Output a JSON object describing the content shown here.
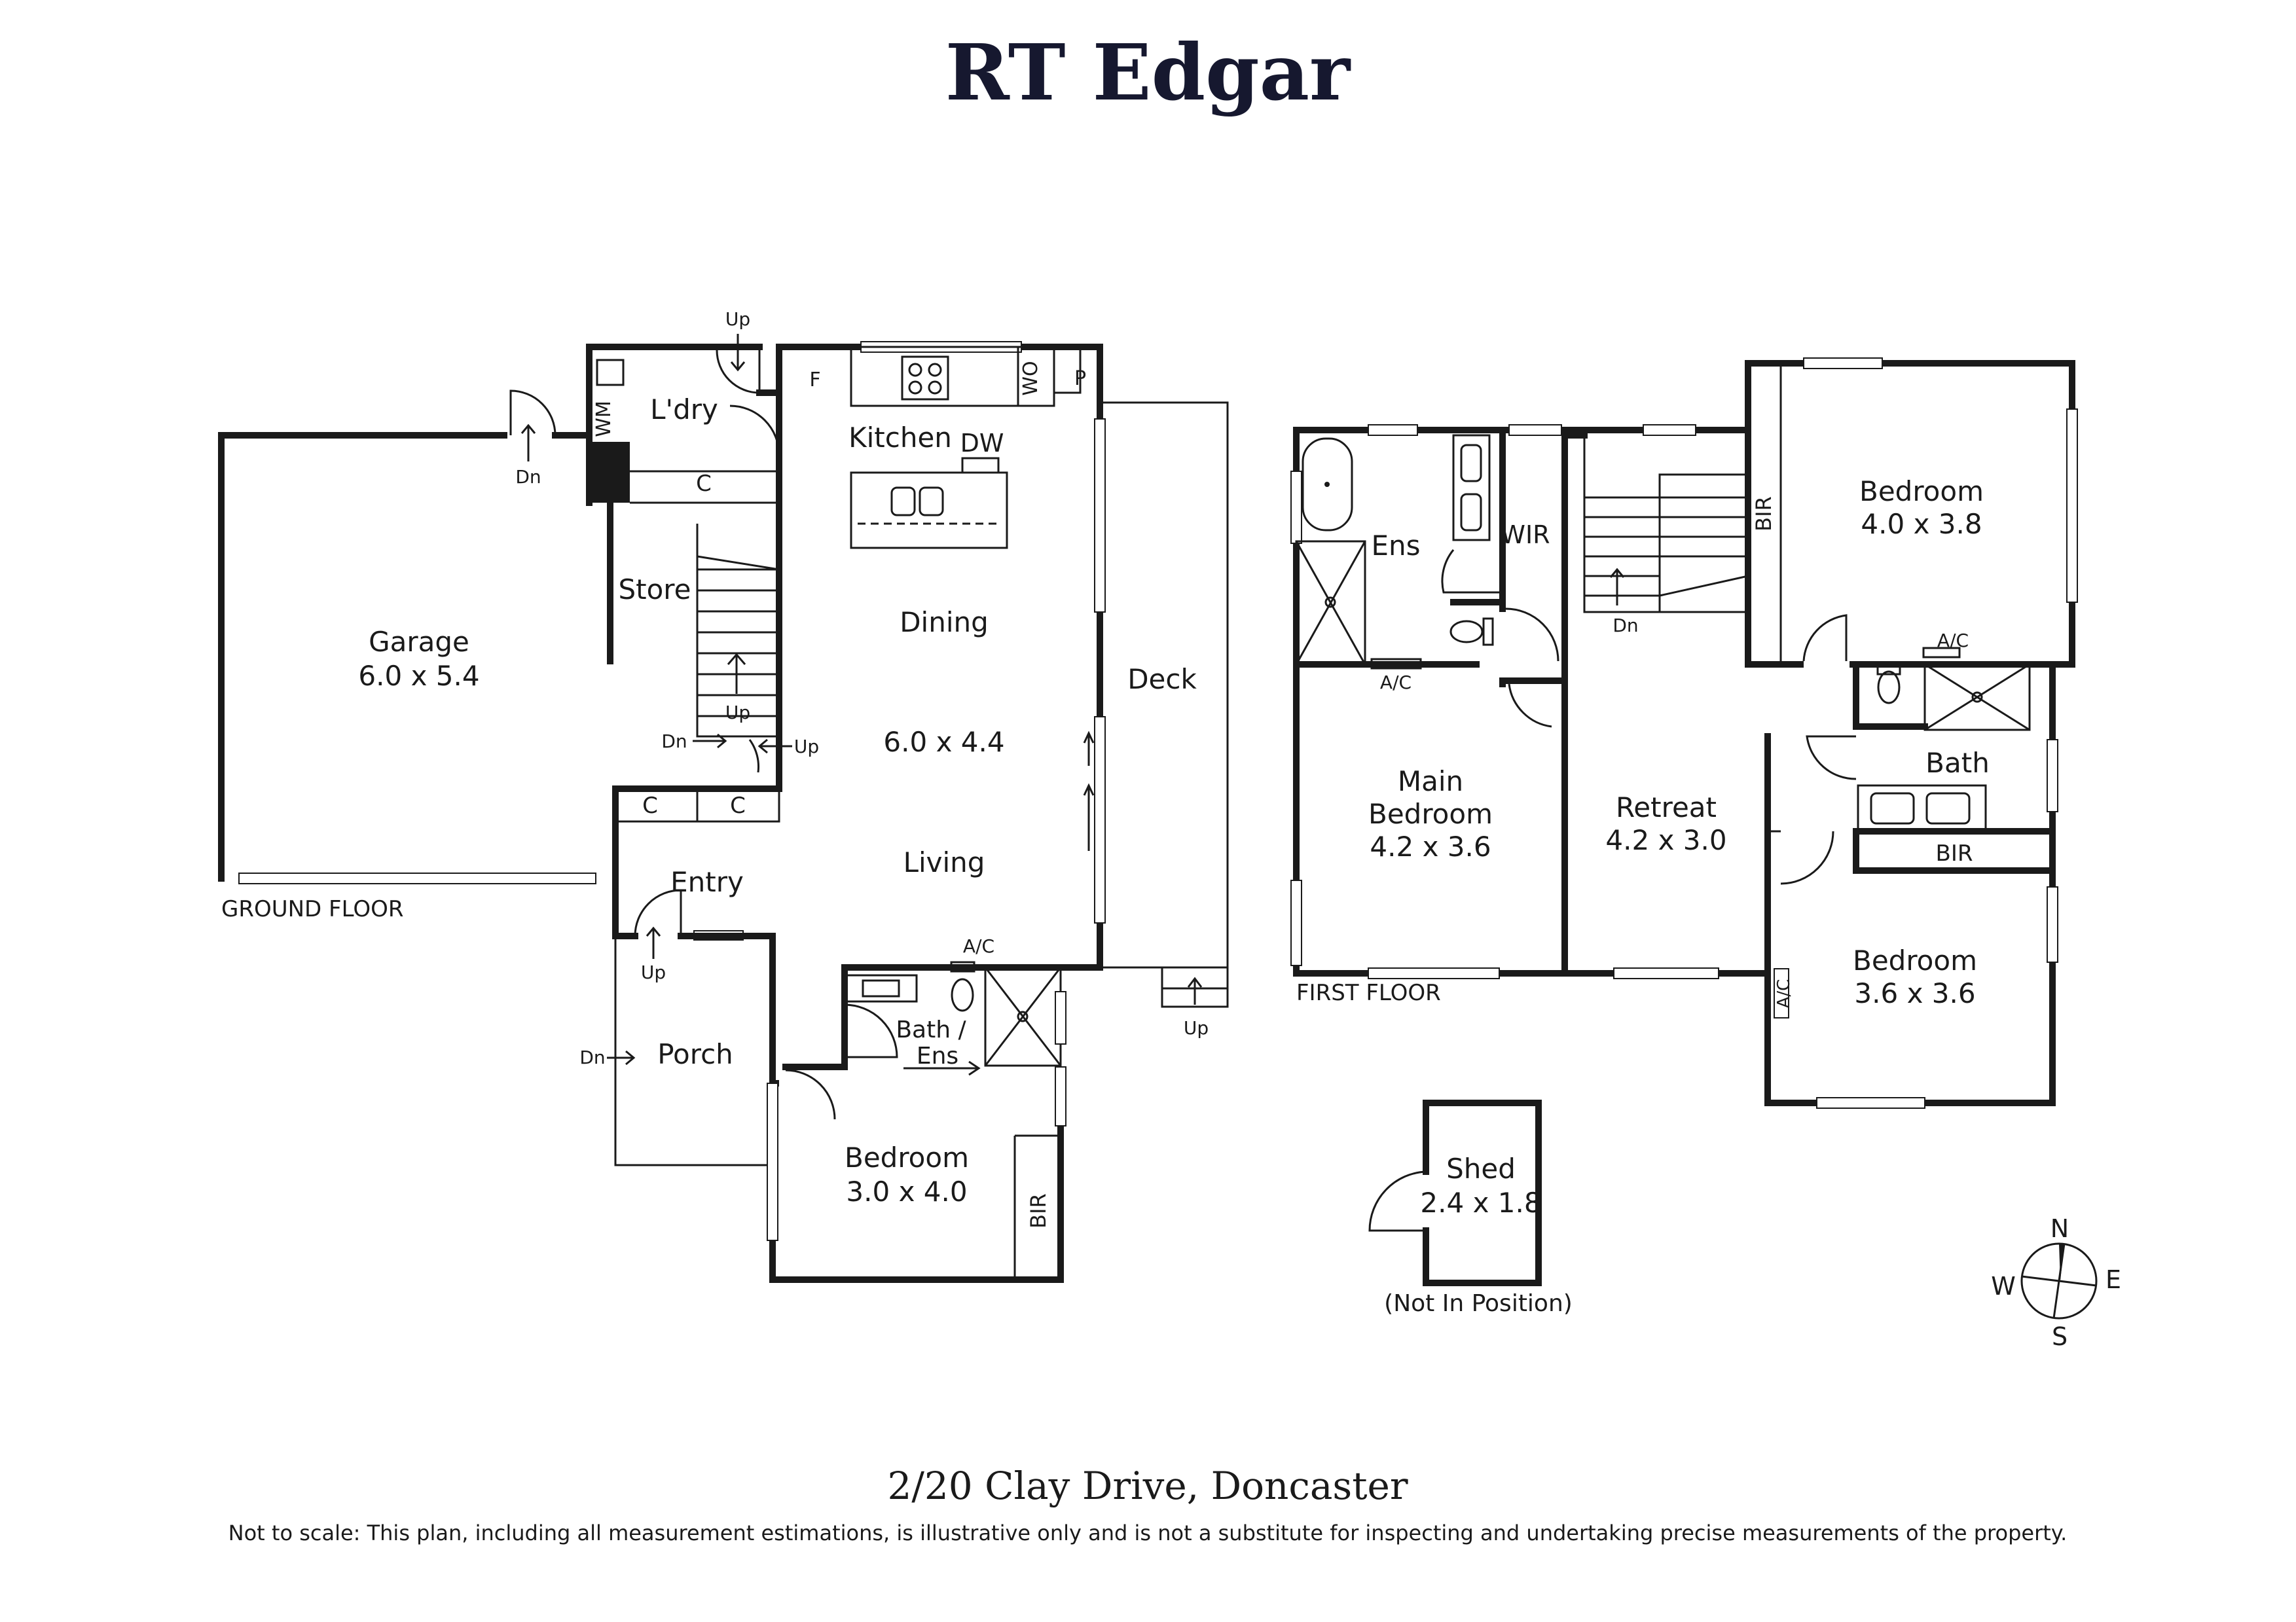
{
  "brand": {
    "name": "RT Edgar",
    "color": "#16182f"
  },
  "address": "2/20 Clay Drive, Doncaster",
  "disclaimer": "Not to scale: This plan, including all measurement estimations, is illustrative only and is not a substitute for inspecting and undertaking precise measurements of the property.",
  "floors": {
    "ground": "GROUND FLOOR",
    "first": "FIRST FLOOR"
  },
  "compass": {
    "n": "N",
    "e": "E",
    "s": "S",
    "w": "W"
  },
  "ground": {
    "garage": {
      "name": "Garage",
      "dims": "6.0 x 5.4"
    },
    "laundry": "L'dry",
    "wm": "WM",
    "store": "Store",
    "c1": "C",
    "c2": "C",
    "c3": "C",
    "kitchen": "Kitchen",
    "dw": "DW",
    "f": "F",
    "wo": "WO",
    "p": "P",
    "dining": "Dining",
    "living_dims": "6.0 x 4.4",
    "living": "Living",
    "deck": "Deck",
    "entry": "Entry",
    "porch": "Porch",
    "bath_line1": "Bath /",
    "bath_line2": "Ens",
    "ac": "A/C",
    "bedroom": {
      "name": "Bedroom",
      "dims": "3.0 x 4.0"
    },
    "bir": "BIR",
    "up_laundry": "Up",
    "dn_garage": "Dn",
    "up_stair": "Up",
    "dn_stair": "Dn",
    "up_stair2": "Up",
    "up_entry": "Up",
    "dn_porch": "Dn",
    "up_deck": "Up"
  },
  "first": {
    "ens": "Ens",
    "wir": "WIR",
    "ac_ens": "A/C",
    "main_bedroom_l1": "Main",
    "main_bedroom_l2": "Bedroom",
    "main_bedroom_dims": "4.2 x 3.6",
    "retreat": "Retreat",
    "retreat_dims": "4.2 x 3.0",
    "dn_stair": "Dn",
    "bed1": {
      "name": "Bedroom",
      "dims": "4.0 x 3.8"
    },
    "bir1": "BIR",
    "ac_bath": "A/C",
    "bath": "Bath",
    "bir2": "BIR",
    "bed2": {
      "name": "Bedroom",
      "dims": "3.6 x 3.6"
    },
    "ac_bed2": "A/C"
  },
  "shed": {
    "name": "Shed",
    "dims": "2.4 x 1.8",
    "note": "(Not In Position)"
  }
}
